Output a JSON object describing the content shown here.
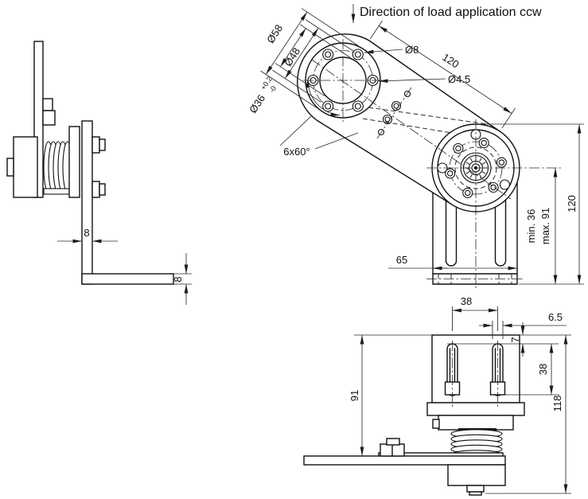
{
  "title": "Direction of load application ccw",
  "front": {
    "d58": "Ø58",
    "d48": "Ø48",
    "d36": "Ø36",
    "tolp": "+0.2",
    "tolm": "-0",
    "d8": "Ø8",
    "d45": "Ø4.5",
    "pat": "6x60°",
    "len": "120",
    "min": "min. 36",
    "max": "max. 91",
    "h": "120",
    "w": "65"
  },
  "side": {
    "t1": "8",
    "t2": "8"
  },
  "bottom": {
    "spacing": "38",
    "slot": "6.5",
    "off": "7",
    "len": "38",
    "h1": "91",
    "h2": "118"
  }
}
